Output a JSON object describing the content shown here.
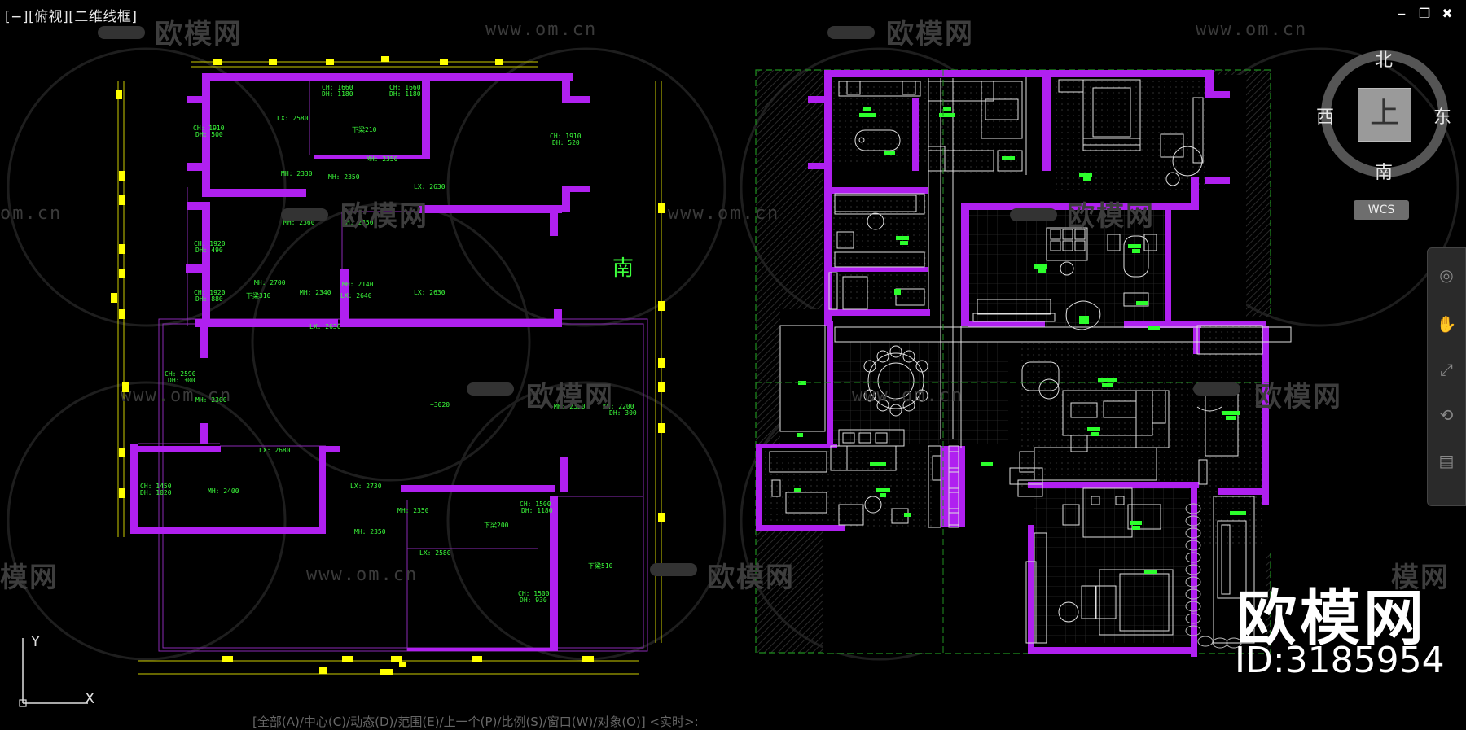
{
  "viewport": {
    "label": "[−][俯视][二维线框]"
  },
  "window_controls": {
    "minimize": "‒",
    "restore": "❐",
    "close": "✖"
  },
  "watermarks": {
    "url": "www.om.cn",
    "url_short": "om.cn",
    "brand": "欧模网",
    "brand_partial": "模网"
  },
  "viewcube": {
    "north": "北",
    "south": "南",
    "east": "东",
    "west": "西",
    "face": "上",
    "wcs": "WCS"
  },
  "plan_left": {
    "compass_label": "南",
    "annotations": [
      "CH: 1660",
      "DH: 1180",
      "CH: 1660",
      "DH: 1180",
      "LX: 2580",
      "下梁210",
      "CH: 1910",
      "DH: 500",
      "CH: 1910",
      "DH: 520",
      "MH: 2350",
      "MH: 2330",
      "MH: 2350",
      "LX: 2630",
      "MH: 2360",
      "MH: 2350",
      "CH: 1920",
      "DH: 490",
      "MH: 2700",
      "MH: 2140",
      "CH: 1920",
      "DH: 880",
      "下梁310",
      "MH: 2340",
      "LX: 2640",
      "LX: 2630",
      "LX: 2630",
      "CH: 2590",
      "DH: 300",
      "MH: 2300",
      "MH: 2350",
      "KH: 2200",
      "DH: 300",
      "LX: 2680",
      "CH: 1450",
      "DH: 1020",
      "MH: 2400",
      "LX: 2730",
      "MH: 2350",
      "CH: 1500",
      "DH: 1180",
      "MH: 2350",
      "下梁200",
      "LX: 2580",
      "下梁510",
      "CH: 1500",
      "DH: 930",
      "+3020"
    ]
  },
  "command_line": {
    "text": "[全部(A)/中心(C)/动态(D)/范围(E)/上一个(P)/比例(S)/窗口(W)/对象(O)] <实时>:"
  },
  "brand_overlay": {
    "brand": "欧模网",
    "id": "ID:3185954"
  },
  "ucs": {
    "x": "X",
    "y": "Y"
  },
  "colors": {
    "wall": "#b020f0",
    "annotation": "#3cff3c",
    "dimension": "#ffff00",
    "background": "#000000",
    "hatch": "#333333",
    "furniture": "#e0e0e0"
  }
}
